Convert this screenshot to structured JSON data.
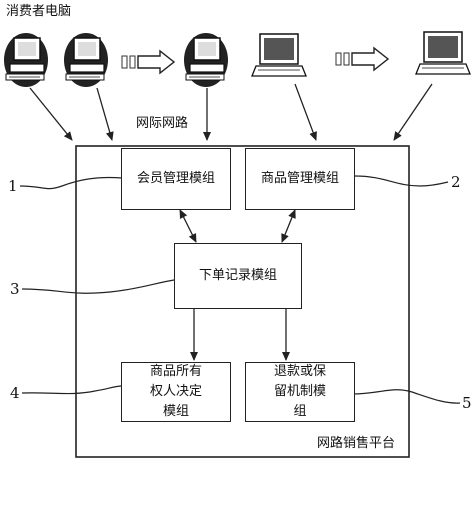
{
  "consumer_label": "消费者电脑",
  "network_label": "网际网路",
  "platform_label": "网路销售平台",
  "modules": {
    "member": "会员管理模组",
    "product": "商品管理模组",
    "order": "下单记录模组",
    "owner": "商品所有权人决定模组",
    "refund": "退款或保留机制模组"
  },
  "callouts": [
    "1",
    "2",
    "3",
    "4",
    "5"
  ],
  "icons": [
    "desktop-computer-icon",
    "desktop-computer-icon",
    "desktop-computer-icon",
    "laptop-computer-icon",
    "laptop-computer-icon"
  ]
}
